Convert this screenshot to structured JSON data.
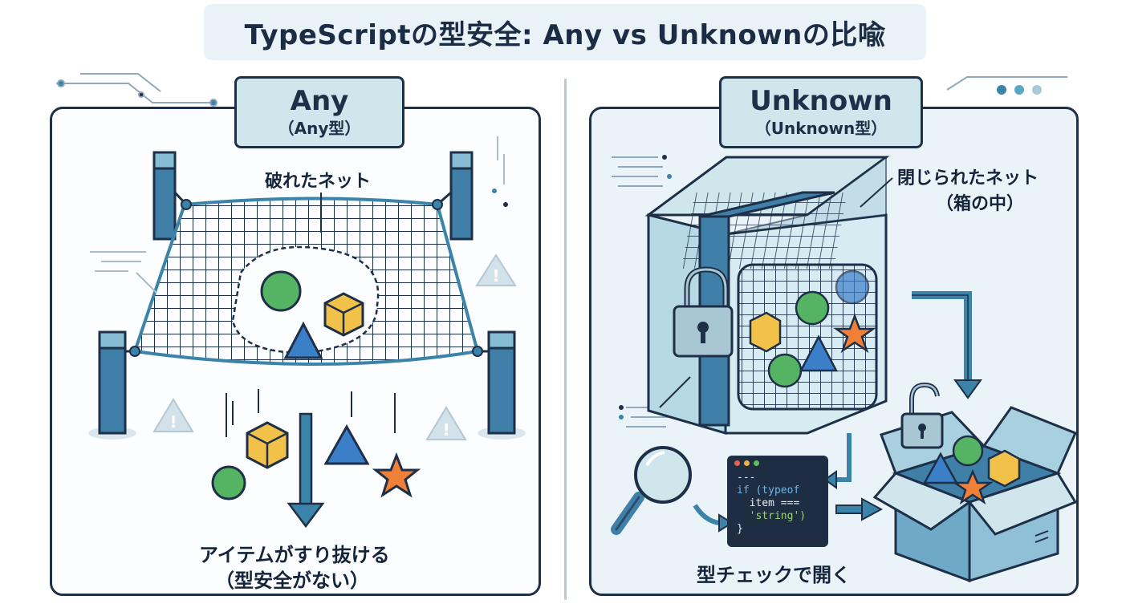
{
  "title": "TypeScriptの型安全: Any vs Unknownの比喩",
  "left": {
    "label_main": "Any",
    "label_sub": "（Any型）",
    "net_caption": "破れたネット",
    "caption_line1": "アイテムがすり抜ける",
    "caption_line2": "（型安全がない）"
  },
  "right": {
    "label_main": "Unknown",
    "label_sub": "（Unknown型）",
    "net_caption_line1": "閉じられたネット",
    "net_caption_line2": "（箱の中）",
    "code_lines": [
      "---",
      "if (typeof",
      "  item ===",
      "  'string')",
      "}"
    ],
    "caption": "型チェックで開く"
  },
  "colors": {
    "outline": "#1e2f48",
    "accent_teal": "#3b83a8",
    "panel_right_bg": "#eaf3f8",
    "green_ball": "#55b364",
    "yellow_cube": "#f2c14a",
    "blue_triangle": "#3a7fc8",
    "orange_star": "#f08038",
    "warning": "#c9d9e3"
  }
}
